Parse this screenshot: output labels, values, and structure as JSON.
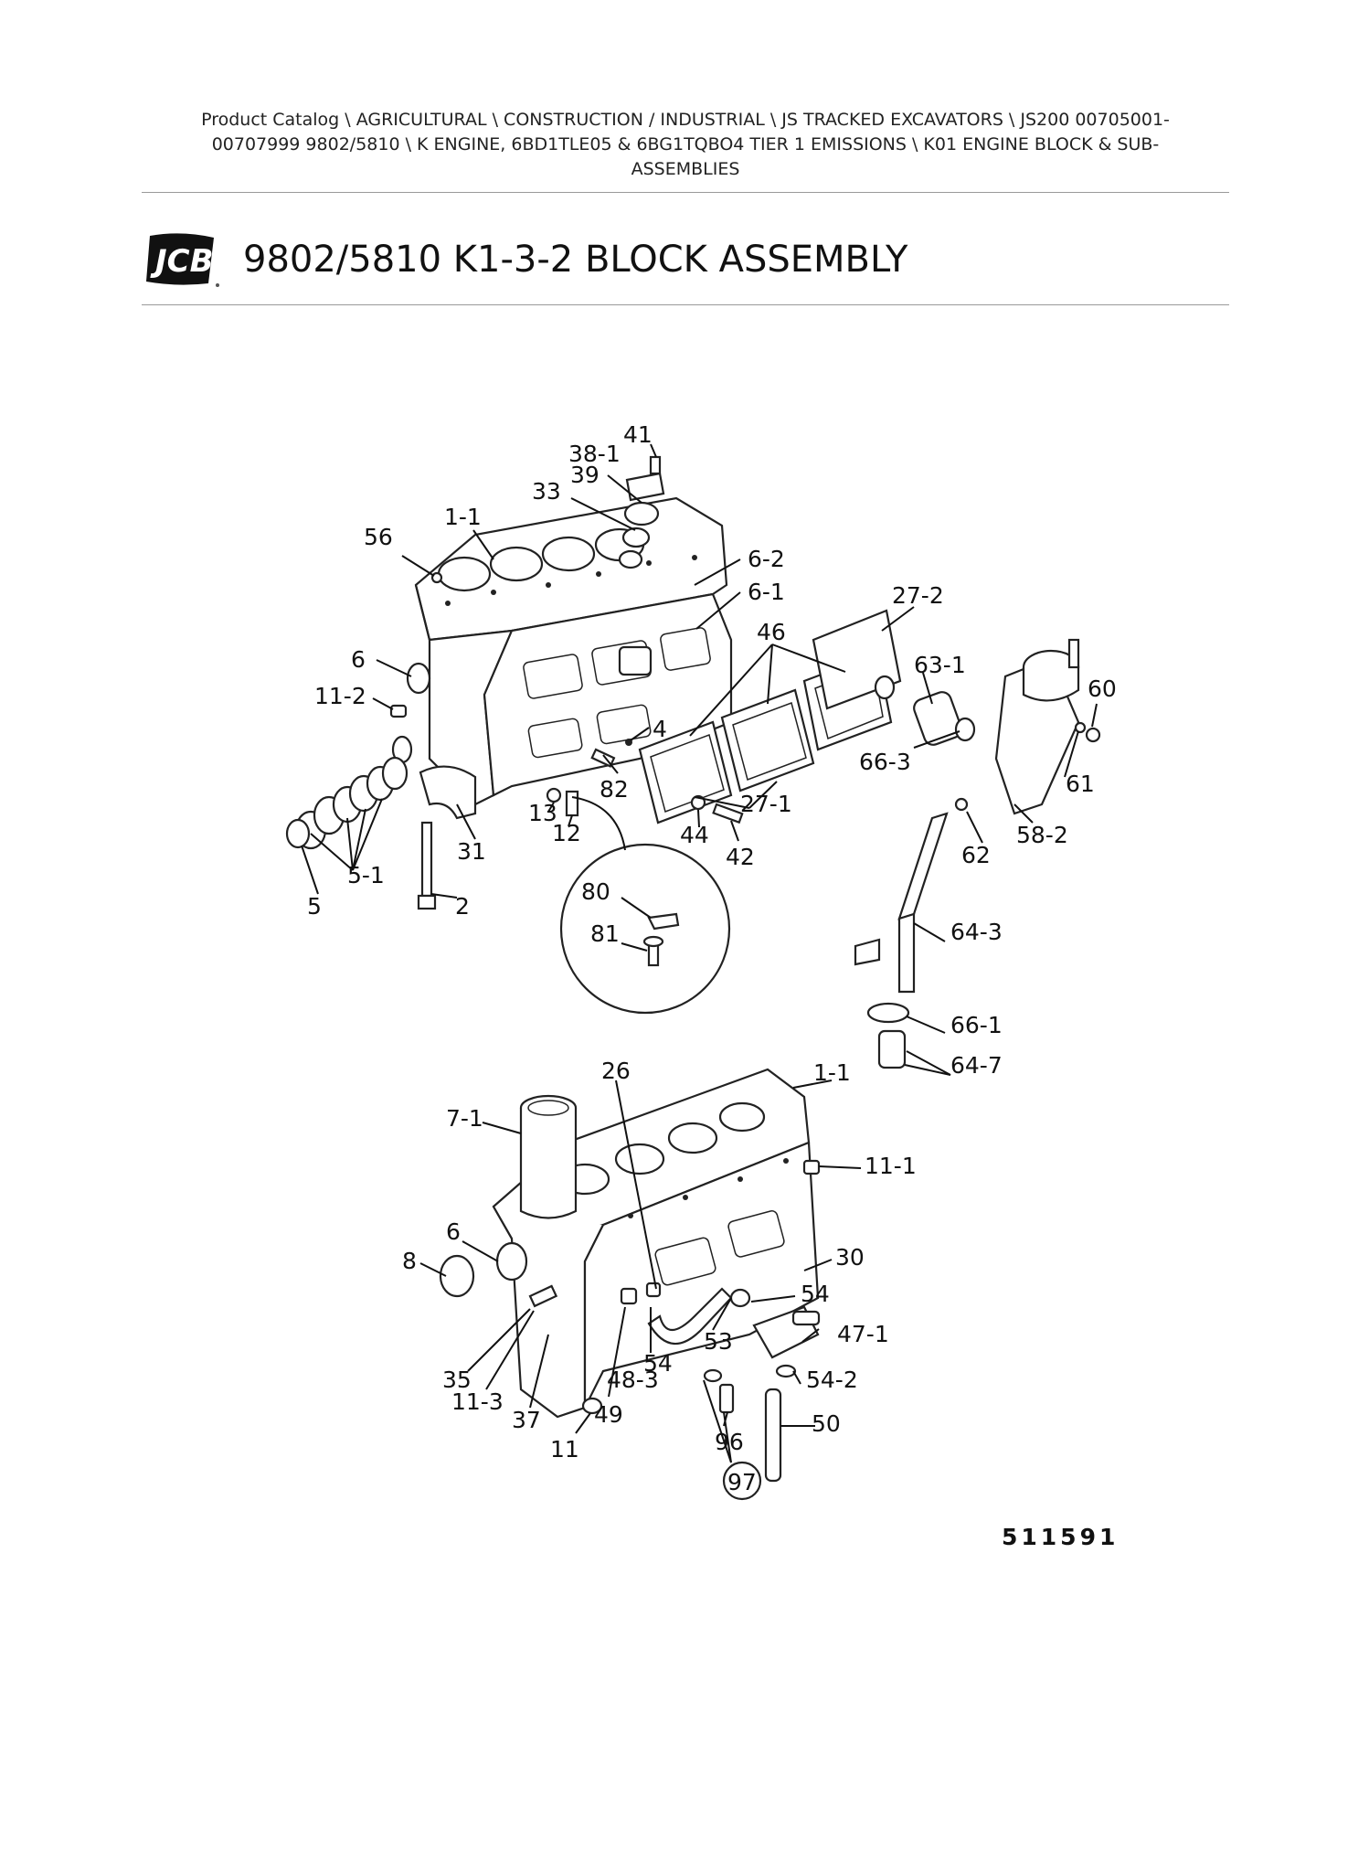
{
  "breadcrumb": {
    "line1": "Product Catalog  \\  AGRICULTURAL  \\  CONSTRUCTION / INDUSTRIAL  \\  JS TRACKED EXCAVATORS  \\  JS200 00705001-",
    "line2": "00707999 9802/5810  \\  K ENGINE, 6BD1TLE05 & 6BG1TQBO4 TIER 1 EMISSIONS  \\  K01 ENGINE BLOCK & SUB-",
    "line3": "ASSEMBLIES"
  },
  "logo_text": "JCB",
  "page_title": "9802/5810 K1-3-2 BLOCK ASSEMBLY",
  "figure_number": "511591",
  "callouts": {
    "c41": "41",
    "c38_1": "38-1",
    "c39": "39",
    "c33": "33",
    "c1_1a": "1-1",
    "c56": "56",
    "c6_2": "6-2",
    "c6_1": "6-1",
    "c27_2": "27-2",
    "c46": "46",
    "c6a": "6",
    "c11_2": "11-2",
    "c63_1": "63-1",
    "c60": "60",
    "c4": "4",
    "c66_3": "66-3",
    "c61": "61",
    "c82": "82",
    "c27_1": "27-1",
    "c5_1": "5-1",
    "c13": "13",
    "c12": "12",
    "c44": "44",
    "c42": "42",
    "c62": "62",
    "c58_2": "58-2",
    "c31": "31",
    "c5": "5",
    "c2": "2",
    "c80": "80",
    "c81": "81",
    "c64_3": "64-3",
    "c66_1": "66-1",
    "c64_7": "64-7",
    "c26": "26",
    "c1_1b": "1-1",
    "c7_1": "7-1",
    "c11_1": "11-1",
    "c6b": "6",
    "c8": "8",
    "c30": "30",
    "c54a": "54",
    "c47_1": "47-1",
    "c53": "53",
    "c54b": "54",
    "c35": "35",
    "c11_3": "11-3",
    "c48_3": "48-3",
    "c54_2": "54-2",
    "c37": "37",
    "c49": "49",
    "c96": "96",
    "c50": "50",
    "c11": "11",
    "c97": "97"
  }
}
